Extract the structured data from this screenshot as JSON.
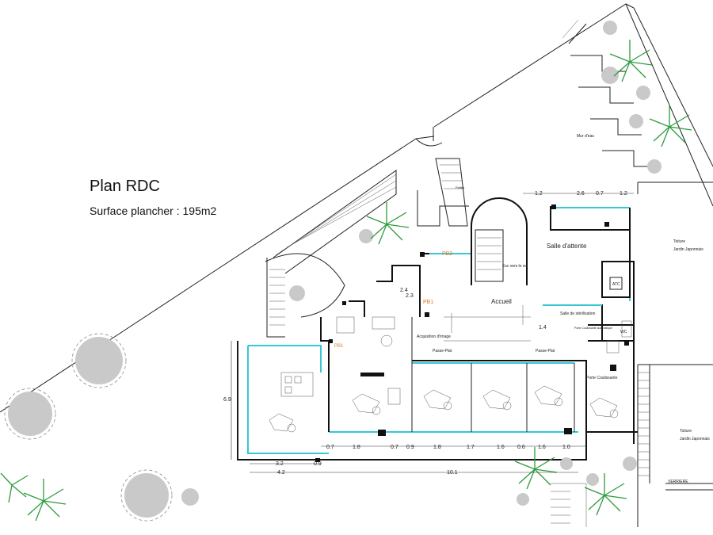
{
  "title": "Plan RDC",
  "subtitle": "Surface plancher : 195m2",
  "colors": {
    "walls": "#222222",
    "cyan_lines": "#39c6d6",
    "trees_gray": "#c9c9c9",
    "palms_green": "#2e9b3e",
    "label_orange": "#e07a2e"
  },
  "rooms": {
    "salle_attente": "Salle d'attente",
    "accueil": "Accueil",
    "salle_sterilisation": "Salle de stérilisation",
    "acquisition_image": "Acquisition d'image",
    "passe_plat_1": "Passe-Plat",
    "passe_plat_2": "Passe-Plat",
    "porte_coulissante": "Porte Coulissante",
    "porte_coulissante_auto": "Porte Coulissante automatique",
    "esc": "Esc vers le sol",
    "wc": "WC",
    "ato": "ATC",
    "mur": "Mur d'eau",
    "toiture_1": "Toiture",
    "jardin_1": "Jardin Japonnais",
    "toiture_2": "Toiture",
    "jardin_2": "Jardin Japonnais",
    "verriere": "VERRIERE",
    "pb1_a": "PB1",
    "pb1_b": "PB1",
    "pb2": "PB2"
  },
  "dimensions": {
    "top": [
      "1.2",
      "2.6",
      "0.7",
      "1.2"
    ],
    "left_height": "6.9",
    "bottom_row": [
      "0.7",
      "1.8",
      "0.7",
      "0.9",
      "1.8",
      "1.7",
      "1.6",
      "0.6",
      "1.6",
      "1.0"
    ],
    "bottom_left_1": "3.2",
    "bottom_left_2": "0.9",
    "bottom_total_left": "4.2",
    "bottom_total": "10.1",
    "inner_1": "2.3",
    "inner_2": "2.4",
    "inner_3": "1.4"
  }
}
